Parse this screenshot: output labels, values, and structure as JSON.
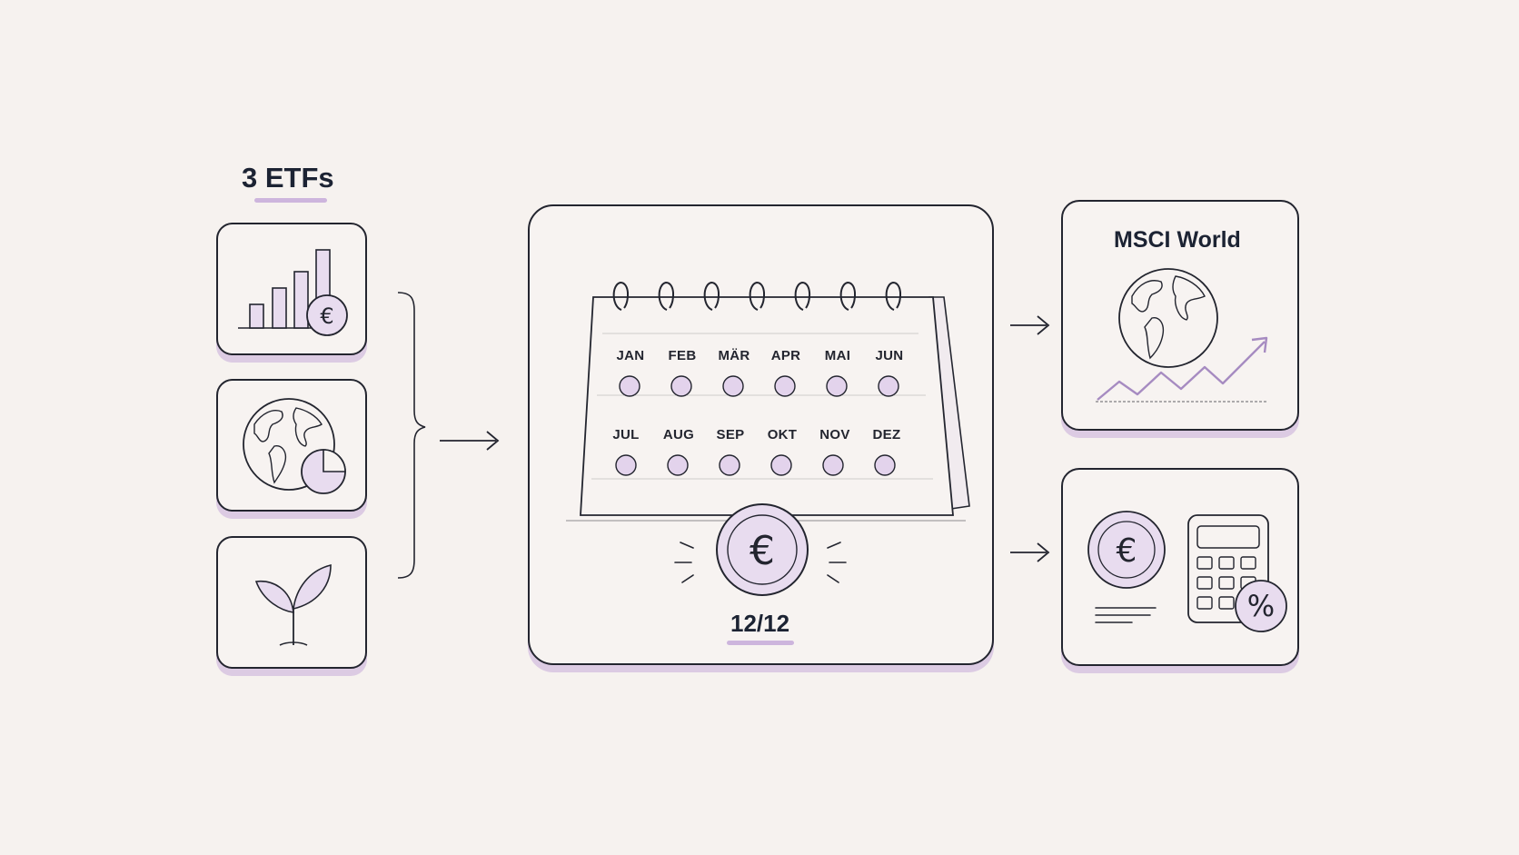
{
  "etf_group": {
    "title": "3 ETFs",
    "icons": [
      "bar-chart-euro-icon",
      "globe-pie-chart-icon",
      "sprout-icon"
    ]
  },
  "calendar": {
    "months_row1": [
      "JAN",
      "FEB",
      "MÄR",
      "APR",
      "MAI",
      "JUN"
    ],
    "months_row2": [
      "JUL",
      "AUG",
      "SEP",
      "OKT",
      "NOV",
      "DEZ"
    ],
    "coin_symbol": "€",
    "counter": "12/12"
  },
  "msci_card": {
    "title": "MSCI World",
    "icons": [
      "globe-icon",
      "trend-up-arrow-icon"
    ]
  },
  "calc_card": {
    "coin_symbol": "€",
    "percent_symbol": "%",
    "icons": [
      "euro-coin-icon",
      "calculator-icon",
      "percent-badge-icon"
    ]
  },
  "colors": {
    "background": "#f6f2ef",
    "outline": "#23252f",
    "accent_lavender": "#cdb5dd",
    "fill_lavender": "#e8dcef"
  }
}
